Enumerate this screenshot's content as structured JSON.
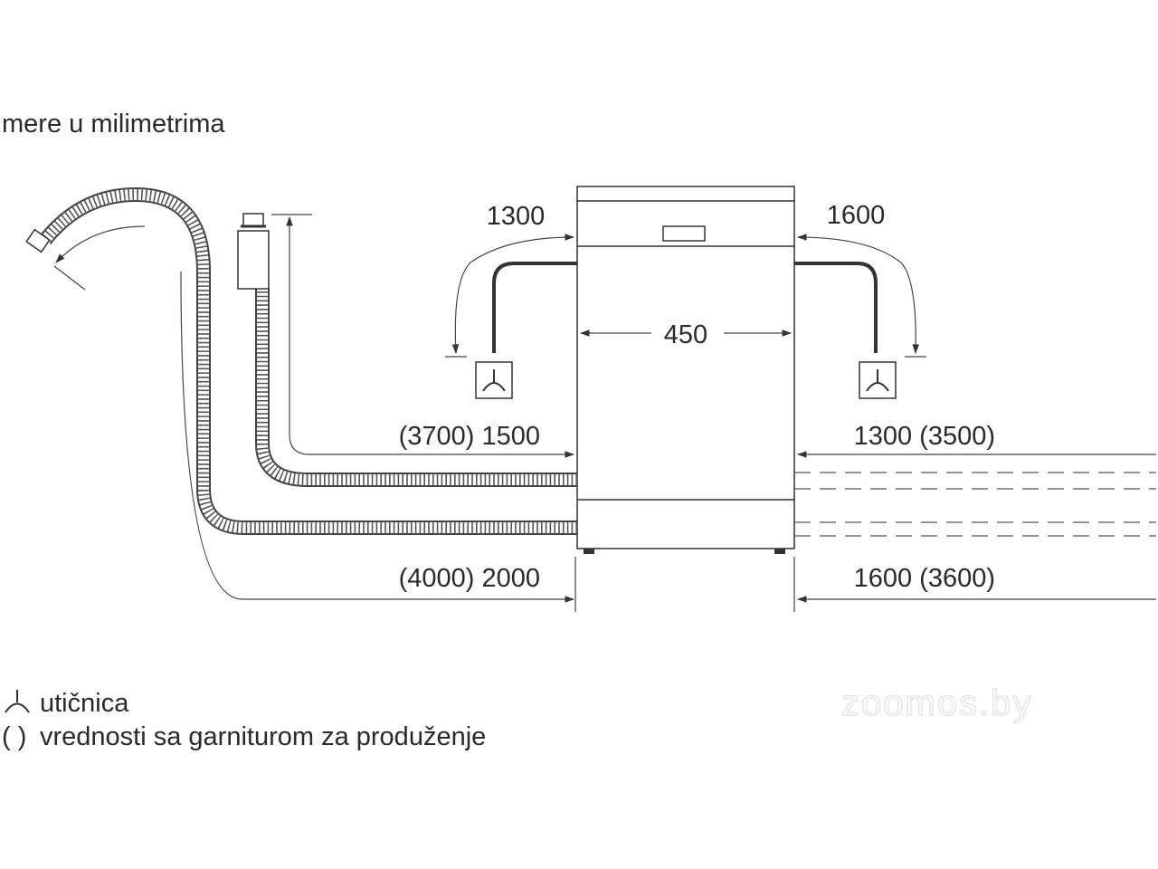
{
  "title": "mere u milimetrima",
  "appliance": {
    "width_label": "450"
  },
  "power_cable": {
    "left_length": "1300",
    "right_length": "1600"
  },
  "water_hoses": {
    "inlet_left": "(3700) 1500",
    "inlet_right": "1300 (3500)",
    "drain_left": "(4000) 2000",
    "drain_right": "1600 (3600)"
  },
  "legend": {
    "socket_symbol": "⅄",
    "socket_text": "utičnica",
    "extension_symbol": "( )",
    "extension_text": "vrednosti sa garniturom za produženje"
  },
  "watermark": "zoomos.by",
  "colors": {
    "line": "#333333",
    "text": "#2a2a2a",
    "background": "#ffffff"
  }
}
